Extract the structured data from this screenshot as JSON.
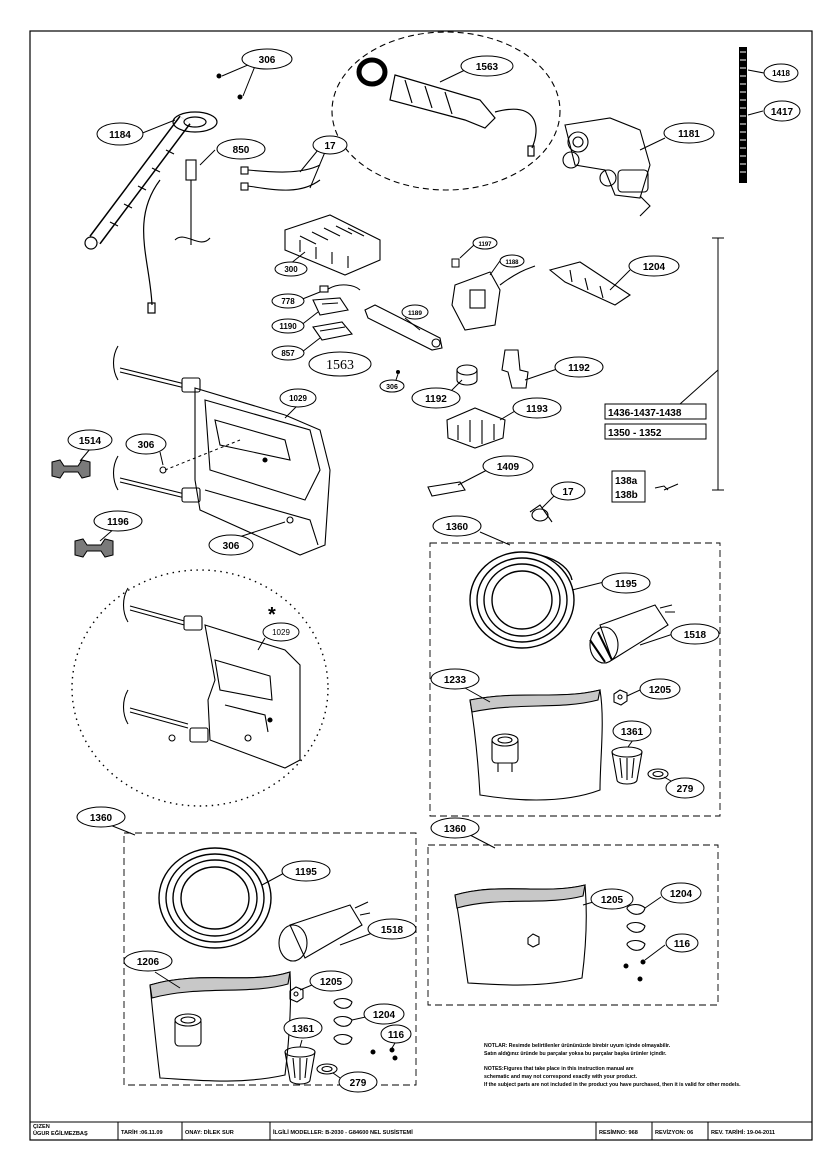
{
  "drawing": {
    "callouts": {
      "c306_top": "306",
      "c1563_top": "1563",
      "c1418": "1418",
      "c1417": "1417",
      "c1184": "1184",
      "c850": "850",
      "c17_top": "17",
      "c1181": "1181",
      "c1197": "1197",
      "c1188": "1188",
      "c1204_top": "1204",
      "c300": "300",
      "c778": "778",
      "c1190": "1190",
      "c1189": "1189",
      "c857": "857",
      "c1563_mid": "1563",
      "c306_mid": "306",
      "c1192_a": "1192",
      "c1192_b": "1192",
      "c1193": "1193",
      "c1029": "1029",
      "c1514": "1514",
      "c306_l": "306",
      "c306_b": "306",
      "c1409": "1409",
      "c17_mid": "17",
      "c1196": "1196",
      "c1029_alt": "1029",
      "c1360_r": "1360",
      "c1195_r": "1195",
      "c1518_r": "1518",
      "c1233": "1233",
      "c1205_r": "1205",
      "c1361_r": "1361",
      "c279_r": "279",
      "c1360_bl": "1360",
      "c1195_bl": "1195",
      "c1518_bl": "1518",
      "c1206": "1206",
      "c1205_bl": "1205",
      "c1204_bl": "1204",
      "c1361_bl": "1361",
      "c116_bl": "116",
      "c279_bl": "279",
      "c1360_br": "1360",
      "c1205_br": "1205",
      "c1204_br": "1204",
      "c116_br": "116"
    },
    "boxed_labels": {
      "range_a": "1436-1437-1438",
      "range_b": "1350 - 1352",
      "code_138a": "138a",
      "code_138b": "138b"
    },
    "asterisk": "*"
  },
  "notes": {
    "tr_line1": "NOTLAR: Resimde belirtilenler ürününüzde birebir uyum içinde olmayabilir.",
    "tr_line2": "Satın aldığınız üründe bu parçalar yoksa bu parçalar başka ürünler içindir.",
    "en_line1": "NOTES:Figures that take place in this instruction manual are",
    "en_line2": "schematic and may not correspond exactly with your product.",
    "en_line3": "If the subject parts are not included in the product you have purchased, then it is valid for other models."
  },
  "title_block": {
    "drawn_label": "ÇİZEN",
    "drawn_name": "ÜGUR EĞİLMEZBAŞ",
    "date": "TARİH :06.11.09",
    "approval": "ONAY: DİLEK SUR",
    "models": "İLGİLİ MODELLER: B-2030 - G84600 NEL SUSİSTEMİ",
    "drawing_no": "RESİMNO: 968",
    "revision": "REVİZYON: 06",
    "rev_date": "REV. TARİHİ: 19-04-2011"
  },
  "colors": {
    "ink": "#000000",
    "paper": "#ffffff",
    "part_gray": "#7a7a7a",
    "bag_fill": "#c8c8c8"
  }
}
